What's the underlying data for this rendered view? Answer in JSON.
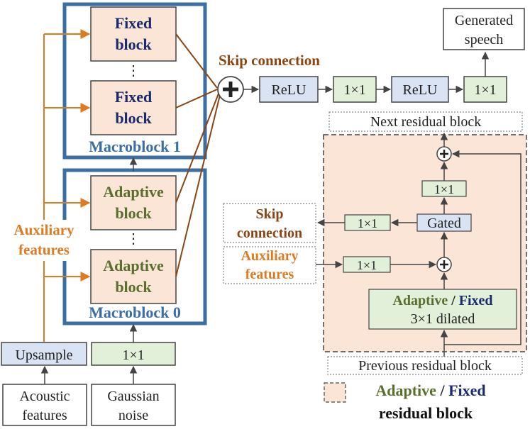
{
  "colors": {
    "macro_border": "#3a6ea5",
    "orange": "#e07a20",
    "brown": "#8b4513",
    "olive": "#5a6e2d",
    "navy": "#1a2a6c",
    "block_fill": "#fbe5d6",
    "blue_fill": "#dae3f3",
    "green_fill": "#e2efd9",
    "gray_text": "#333333"
  },
  "left": {
    "fixed_block_1": [
      "Fixed",
      "block"
    ],
    "fixed_block_2": [
      "Fixed",
      "block"
    ],
    "adaptive_block_1": [
      "Adaptive",
      "block"
    ],
    "adaptive_block_2": [
      "Adaptive",
      "block"
    ],
    "ellipsis": "⋮",
    "macroblock_1": "Macroblock 1",
    "macroblock_0": "Macroblock 0",
    "auxiliary": [
      "Auxiliary",
      "features"
    ],
    "upsample": "Upsample",
    "conv_1x1": "1×1",
    "acoustic": [
      "Acoustic",
      "features"
    ],
    "gaussian": [
      "Gaussian",
      "noise"
    ]
  },
  "top": {
    "skip_connection": "Skip connection",
    "relu_1": "ReLU",
    "conv_1": "1×1",
    "relu_2": "ReLU",
    "conv_2": "1×1",
    "generated": [
      "Generated",
      "speech"
    ]
  },
  "residual": {
    "next_block": "Next residual block",
    "previous_block": "Previous residual block",
    "conv_top": "1×1",
    "gated": "Gated",
    "skip_conv": "1×1",
    "aux_conv": "1×1",
    "skip_label": [
      "Skip",
      "connection"
    ],
    "aux_label": [
      "Auxiliary",
      "features"
    ],
    "dilated_adaptive": "Adaptive",
    "dilated_slash": " / ",
    "dilated_fixed": "Fixed",
    "dilated_caption": "3×1 dilated"
  },
  "legend": {
    "adaptive": "Adaptive",
    "slash": " / ",
    "fixed": "Fixed",
    "residual": "residual block"
  }
}
